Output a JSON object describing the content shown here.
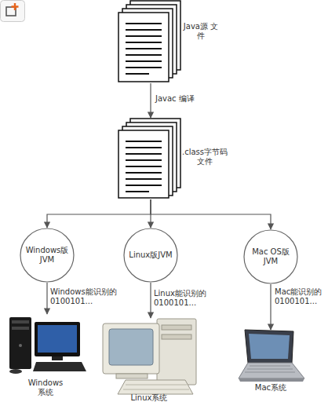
{
  "diagram": {
    "nodes": [
      {
        "text": [
          "Java源 文件"
        ]
      },
      {
        "text": [
          ".class字节码 文件"
        ]
      },
      {
        "text": [
          "Windows版 JVM"
        ]
      },
      {
        "text": [
          "Linux版JVM"
        ]
      },
      {
        "text": [
          "Mac OS版 JVM"
        ]
      },
      {
        "text": [
          "Windows 系统"
        ]
      },
      {
        "text": [
          "Linux系统"
        ]
      },
      {
        "text": [
          "Mac系统"
        ]
      }
    ],
    "edges": [
      {
        "from": 0,
        "to": 1,
        "arrow": "to",
        "label": "Javac 编译"
      },
      {
        "from": 1,
        "to": 2,
        "arrow": "to"
      },
      {
        "from": 1,
        "to": 3,
        "arrow": "to"
      },
      {
        "from": 1,
        "to": 4,
        "arrow": "to"
      },
      {
        "from": 2,
        "to": 5,
        "arrow": "to",
        "label": "Windows能识别的 0100101..."
      },
      {
        "from": 3,
        "to": 6,
        "arrow": "to",
        "label": "Linux能识别的 0100101..."
      },
      {
        "from": 4,
        "to": 7,
        "arrow": "to",
        "label": "Mac能识别的 0100101..."
      }
    ]
  }
}
